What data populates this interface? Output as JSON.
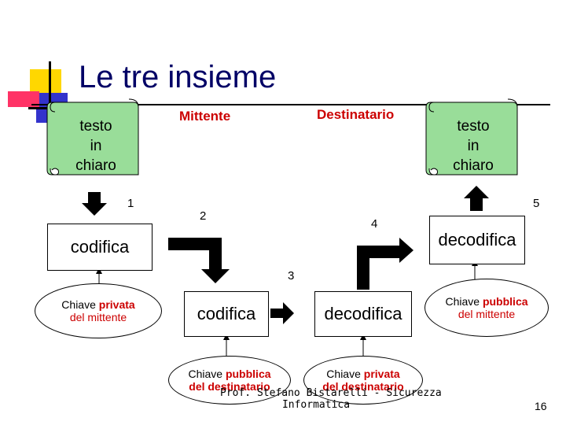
{
  "slide": {
    "title": "Le tre insieme",
    "page_number": "16",
    "footer_line1": "Prof. Stefano Bistarelli - Sicurezza",
    "footer_line2": "Informatica"
  },
  "roles": {
    "sender": "Mittente",
    "receiver": "Destinatario"
  },
  "documents": {
    "left": [
      "testo",
      "in",
      "chiaro"
    ],
    "right": [
      "testo",
      "in",
      "chiaro"
    ]
  },
  "steps": {
    "s1": "1",
    "s2": "2",
    "s3": "3",
    "s4": "4",
    "s5": "5"
  },
  "sender_panel": {
    "box": "codifica",
    "key_line1_a": "Chiave ",
    "key_line1_b": "privata",
    "key_line2": "del mittente"
  },
  "receiver_panel": {
    "box": "decodifica",
    "key_line1_a": "Chiave ",
    "key_line1_b": "pubblica",
    "key_line2": "del mittente"
  },
  "middle_panel": {
    "encode_box": "codifica",
    "decode_box": "decodifica",
    "encode_key_line1_a": "Chiave ",
    "encode_key_line1_b": "pubblica",
    "encode_key_line2": "del destinatario",
    "decode_key_line1_a": "Chiave ",
    "decode_key_line1_b": "privata",
    "decode_key_line2": "del destinatario"
  },
  "colors": {
    "title": "#000066",
    "scroll_fill": "#99dd99",
    "key_highlight": "#cc0000"
  }
}
